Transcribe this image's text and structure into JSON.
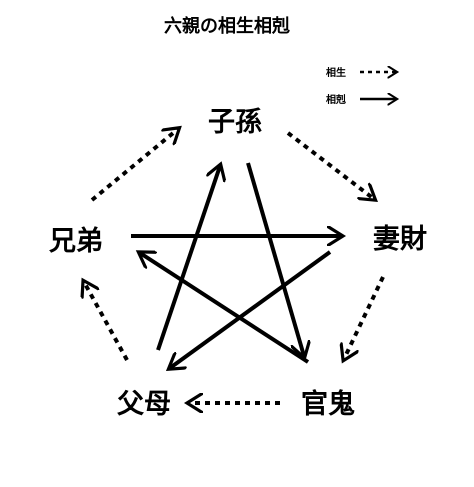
{
  "title": "六親の相生相剋",
  "legend": {
    "generating_label": "相生",
    "controlling_label": "相剋"
  },
  "nodes": {
    "top": "子孫",
    "right": "妻財",
    "bottom_right": "官鬼",
    "bottom_left": "父母",
    "left": "兄弟"
  },
  "relations": {
    "generating": [
      [
        "兄弟",
        "子孫"
      ],
      [
        "子孫",
        "妻財"
      ],
      [
        "妻財",
        "官鬼"
      ],
      [
        "官鬼",
        "父母"
      ],
      [
        "父母",
        "兄弟"
      ]
    ],
    "controlling": [
      [
        "兄弟",
        "妻財"
      ],
      [
        "妻財",
        "父母"
      ],
      [
        "父母",
        "子孫"
      ],
      [
        "子孫",
        "官鬼"
      ],
      [
        "官鬼",
        "兄弟"
      ]
    ]
  },
  "colors": {
    "ink": "#000000",
    "background": "#ffffff"
  }
}
